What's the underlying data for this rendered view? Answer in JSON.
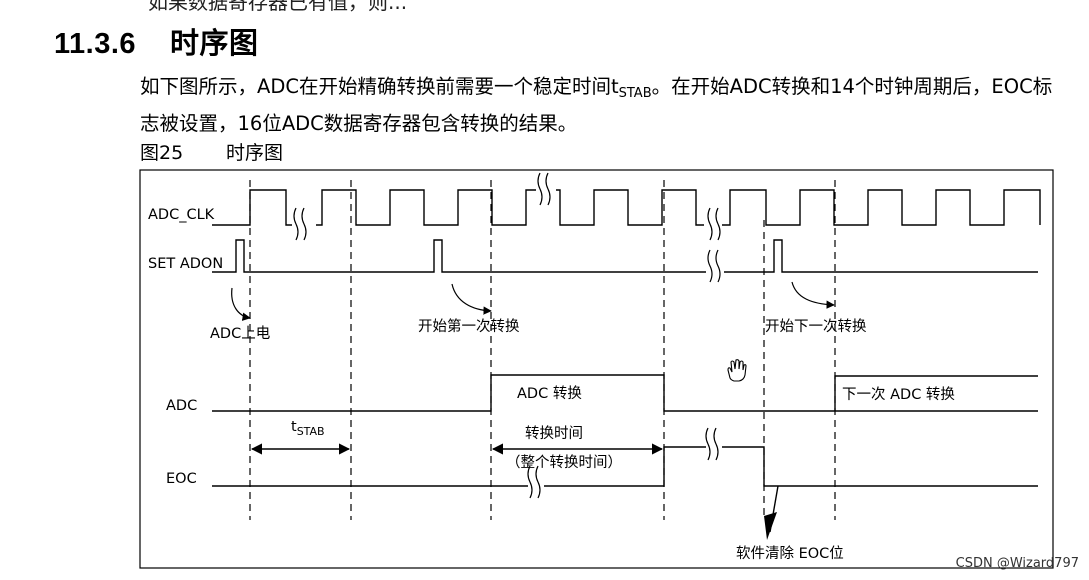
{
  "top_cut_text": "如果数据寄存器已有值，则...",
  "section": {
    "number": "11.3.6",
    "title": "时序图"
  },
  "paragraph": {
    "p1": "如下图所示，ADC在开始精确转换前需要一个稳定时间t",
    "p1_sub": "STAB",
    "p1_tail": "。在开始ADC转换和14个时钟周期后，EOC标志被设置，16位ADC数据寄存器包含转换的结果。"
  },
  "figure": {
    "number": "图25",
    "caption": "时序图"
  },
  "signals": {
    "adc_clk": "ADC_CLK",
    "set_adon": "SET ADON",
    "adc": "ADC",
    "eoc": "EOC"
  },
  "annotations": {
    "adc_power_on": "ADC上电",
    "start_first": "开始第一次转换",
    "start_next": "开始下一次转换",
    "adc_conversion": "ADC 转换",
    "next_adc_conversion": "下一次 ADC 转换",
    "t_stab_t": "t",
    "t_stab_sub": "STAB",
    "conv_time": "转换时间",
    "total_conv_time": "（整个转换时间）",
    "sw_clear_eoc": "软件清除 EOC位"
  },
  "watermark": "CSDN @Wizard797"
}
